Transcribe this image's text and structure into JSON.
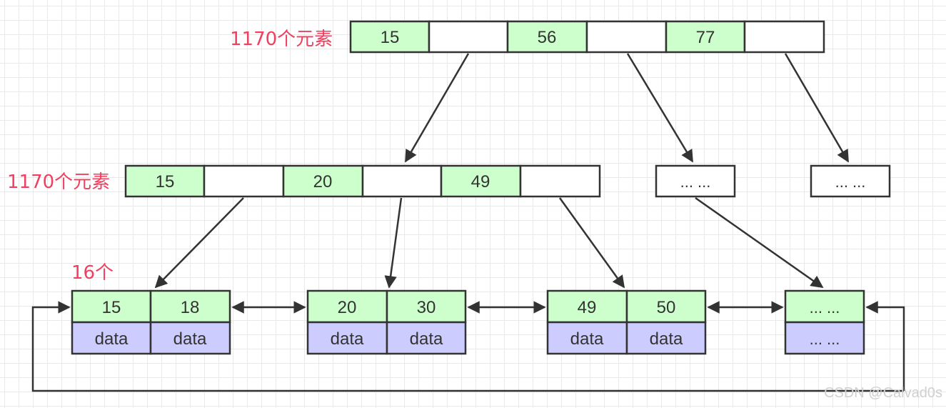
{
  "colors": {
    "key_cell": "#ccffcc",
    "data_cell": "#ccccff",
    "empty_cell": "#ffffff",
    "stroke": "#333333",
    "label": "#f04060"
  },
  "labels": {
    "root_count": "1170个元素",
    "internal_count": "1170个元素",
    "leaf_count": "16个"
  },
  "root": {
    "keys": [
      "15",
      "56",
      "77"
    ]
  },
  "internal": {
    "keys": [
      "15",
      "20",
      "49"
    ]
  },
  "ellipsis_nodes": [
    "... ...",
    "... ..."
  ],
  "leaves": [
    {
      "keys": [
        "15",
        "18"
      ],
      "data": [
        "data",
        "data"
      ]
    },
    {
      "keys": [
        "20",
        "30"
      ],
      "data": [
        "data",
        "data"
      ]
    },
    {
      "keys": [
        "49",
        "50"
      ],
      "data": [
        "data",
        "data"
      ]
    },
    {
      "keys": [
        "... ..."
      ],
      "data": [
        "... ..."
      ]
    }
  ],
  "watermark": "CSDN @Calvad0s"
}
